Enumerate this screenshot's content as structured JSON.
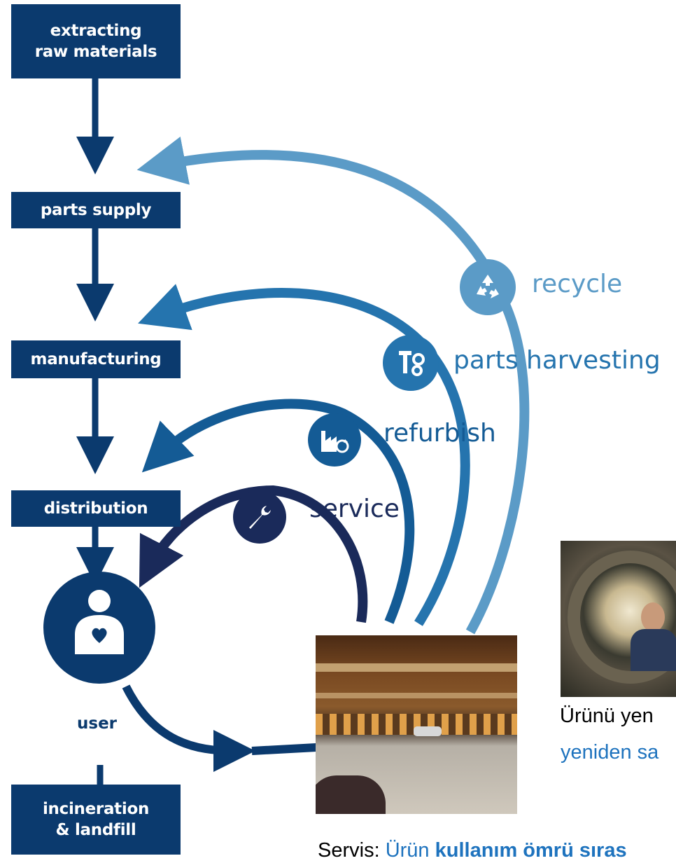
{
  "boxes": {
    "extracting": "extracting\nraw materials",
    "parts_supply": "parts supply",
    "manufacturing": "manufacturing",
    "distribution": "distribution",
    "incineration": "incineration\n& landfill"
  },
  "user_label": "user",
  "loops": {
    "recycle": "recycle",
    "parts_harvesting": "parts harvesting",
    "refurbish": "refurbish",
    "service": "service"
  },
  "captions": {
    "right_line1": "Ürünü yen",
    "right_line2": "yeniden sa",
    "bottom_prefix": "Servis: ",
    "bottom_mid": "Ürün ",
    "bottom_bold": "kullanım ömrü sıras"
  },
  "icons": {
    "user": "person-heart-icon",
    "recycle": "recycle-icon",
    "parts_harvesting": "tools-gear-icon",
    "refurbish": "factory-cycle-icon",
    "service": "wrench-icon"
  },
  "colors": {
    "box": "#0b3a6e",
    "recycle": "#5b9bc7",
    "parts_harvesting": "#2574ae",
    "refurbish": "#145b95",
    "service": "#1a2a5a",
    "caption_blue": "#1e73be"
  }
}
